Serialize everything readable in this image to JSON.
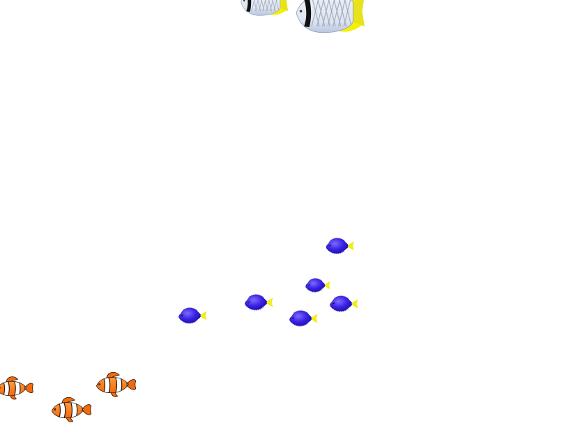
{
  "scene": {
    "background": "#ffffff"
  },
  "palette": {
    "blue_body": "#3d22e6",
    "blue_light": "#7b6cff",
    "blue_dark": "#1a0fa8",
    "yellow_tail": "#e8e21a",
    "yellow_bright": "#f6f000",
    "butterfly_body": "#eef2f8",
    "butterfly_shade": "#b8c6dd",
    "butterfly_stripe": "#9aa4b6",
    "butterfly_band": "#111111",
    "clown_orange": "#f26a0c",
    "clown_orange_light": "#ff9a3c",
    "clown_white": "#ffffff",
    "clown_black": "#2a1408"
  },
  "fish": {
    "butterflyfish": [
      "butterflyfish",
      "butterflyfish"
    ],
    "blue_tang": [
      "blue-damselfish",
      "blue-damselfish",
      "blue-damselfish",
      "blue-damselfish",
      "blue-damselfish",
      "blue-damselfish"
    ],
    "clownfish": [
      "clownfish",
      "clownfish",
      "clownfish"
    ]
  }
}
